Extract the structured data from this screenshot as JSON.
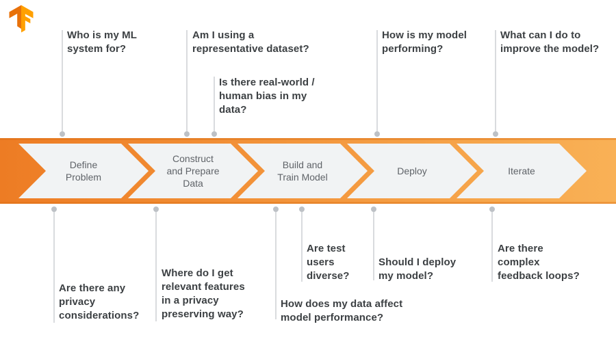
{
  "icons": {
    "logo": "tensorflow-logo"
  },
  "colors": {
    "band_left": "#ED7C24",
    "band_right": "#F9B156",
    "arrow_fill": "#F1F3F4",
    "question_text": "#3C4043",
    "stage_text": "#5F6368",
    "connector_line": "#D9DBDE",
    "connector_dot": "#BDC1C6",
    "logo_dark": "#E8710A",
    "logo_light": "#FFA000"
  },
  "pipeline": {
    "stages": [
      {
        "label": "Define\nProblem"
      },
      {
        "label": "Construct\nand Prepare\nData"
      },
      {
        "label": "Build and\nTrain Model"
      },
      {
        "label": "Deploy"
      },
      {
        "label": "Iterate"
      }
    ]
  },
  "questions_top": [
    {
      "text": "Who is my ML\nsystem for?"
    },
    {
      "text": "Am I using a\nrepresentative dataset?"
    },
    {
      "text": "Is there real-world /\nhuman bias in my\ndata?"
    },
    {
      "text": "How is my model\nperforming?"
    },
    {
      "text": "What can I do to\nimprove the model?"
    }
  ],
  "questions_bottom": [
    {
      "text": "Are there any\nprivacy\nconsiderations?"
    },
    {
      "text": "Where do I get\nrelevant features\nin a privacy\npreserving way?"
    },
    {
      "text": "How does my data affect\nmodel performance?"
    },
    {
      "text": "Are test\nusers\ndiverse?"
    },
    {
      "text": "Should I deploy\nmy model?"
    },
    {
      "text": "Are there\ncomplex\nfeedback loops?"
    }
  ]
}
